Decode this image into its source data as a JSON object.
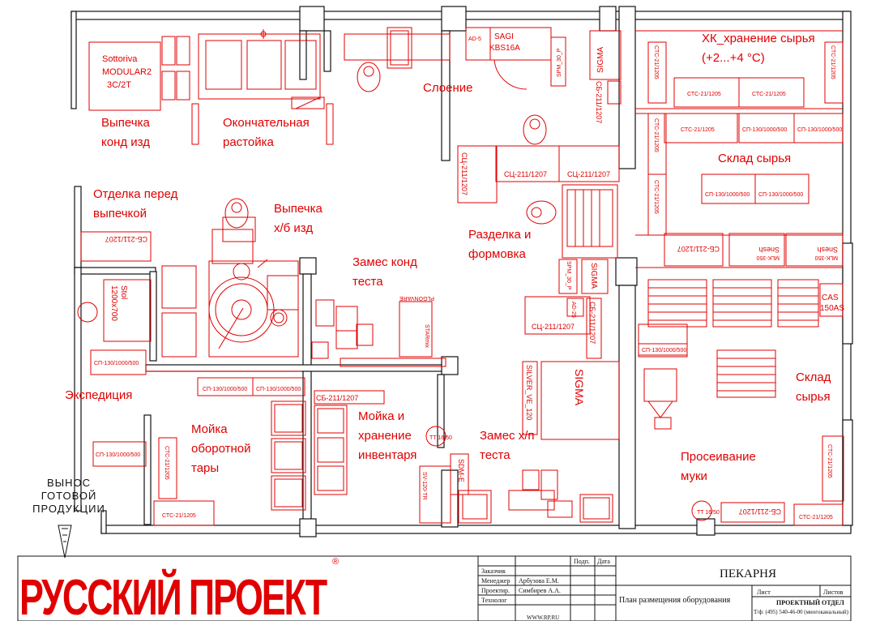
{
  "rooms": {
    "bake_confectionery": [
      "Выпечка",
      "конд изд"
    ],
    "final_proofing": [
      "Окончательная",
      "растойка"
    ],
    "layering": "Слоение",
    "cold_storage": [
      "ХК_хранение сырья",
      "(+2...+4 °С)"
    ],
    "raw_storage_top": "Склад сырья",
    "raw_storage_bottom": [
      "Склад",
      "сырья"
    ],
    "pre_bake_finishing": [
      "Отделка перед",
      "выпечкой"
    ],
    "bake_bread": [
      "Выпечка",
      "х/б изд"
    ],
    "dough_confectionery": [
      "Замес конд",
      "теста"
    ],
    "cutting_forming": [
      "Разделка и",
      "формовка"
    ],
    "expedition": "Экспедиция",
    "washing_containers": [
      "Мойка",
      "оборотной",
      "тары"
    ],
    "washing_inventory": [
      "Мойка и",
      "хранение",
      "инвентаря"
    ],
    "dough_bread": [
      "Замес х/п",
      "теста"
    ],
    "flour_sifting": [
      "Просеивание",
      "муки"
    ],
    "export_products": [
      "ВЫНОС",
      "ГОТОВОЙ",
      "ПРОДУКЦИИ"
    ]
  },
  "equipment": {
    "sottoriva": [
      "Sottoriva",
      "MODULAR2",
      "3C/2T"
    ],
    "sagi": [
      "SAGI",
      "KBS16A"
    ],
    "ad5": "AD-5",
    "spm30": "SPM_30_P",
    "sigma": "SIGMA",
    "sb_211_1207": "СБ-211/1207",
    "stc_21_1205": "СТС-21/1205",
    "sp_130_1000_500": "СП-130/1000/500",
    "sts_211_1207": "СЦ-211/1207",
    "sb_211_1207_rot": "СБ-211/1207",
    "stol": [
      "Stol",
      "1200x700"
    ],
    "plgonvare": "PLGONVARE",
    "starmix": "STARmix",
    "silver": "SILVER_VE_120",
    "sigma_big": "SIGMA",
    "sesh": "Snesh",
    "mlk350": "MLK-350",
    "cas": [
      "CAS",
      "150AS"
    ],
    "tt": "TT 16/50",
    "sdm": "SDM-E",
    "stc_215": "СТС-21/1205",
    "sp_130": "СП-130/1000/500",
    "sb_211": "СБ-211/1207",
    "sv": "SV-120-TR",
    "ad25": "AD-25",
    "sp_ve": "СП-130/1000/500"
  },
  "title_block": {
    "rows": [
      "Заказчик",
      "Менеджер",
      "Проектир.",
      "Технолог"
    ],
    "names": [
      "",
      "Арбузова Е.М.",
      "Симбирев А.А.",
      ""
    ],
    "col_podp": "Подп.",
    "col_data": "Дата",
    "project": "ПЕКАРНЯ",
    "drawing": "План размещения оборудования",
    "list": "Лист",
    "listov": "Листов",
    "dept": "ПРОЕКТНЫЙ ОТДЕЛ",
    "phone": "Т/ф: (495) 540-46-00 (многоканальный)",
    "url": "WWW.RP.RU"
  },
  "logo": {
    "text": "РУССКИЙ ПРОЕКТ",
    "mark": "®"
  }
}
